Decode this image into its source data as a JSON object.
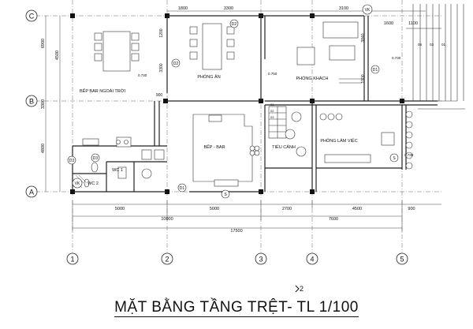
{
  "title": "MẶT BẰNG TẦNG TRỆT- TL 1/100",
  "section_mark": "2",
  "rooms": {
    "outdoor_bar": "BẾP BAR NGOÀI TRỜI",
    "dining": "PHÒNG ĂN",
    "living": "PHÒNG KHÁCH",
    "kitchen": "BẾP - BAR",
    "courtyard": "TIỂU CẢNH",
    "work": "PHÒNG LÀM VIỆC",
    "wc1": "WC 1",
    "wc2": "WC 2"
  },
  "grid_rows": [
    "A",
    "B",
    "C"
  ],
  "grid_cols": [
    "1",
    "2",
    "3",
    "4",
    "5"
  ],
  "vk_tag": "VK",
  "door_tags": {
    "d1": "D1",
    "d2": "D2",
    "d3": "D3"
  },
  "window_tag": "S",
  "levels": {
    "outdoor": "0.730",
    "dining": "0.750",
    "living": "0.730",
    "work": "0.730"
  },
  "top_dims": [
    "1800",
    "3300",
    "3100",
    "1600",
    "1100"
  ],
  "bottom_dims_row1": [
    "5000",
    "5000",
    "2700",
    "4500",
    "900"
  ],
  "bottom_dims_row2": [
    "10000",
    "7600"
  ],
  "total_dim": "17500",
  "left_dims": [
    "6900",
    "4500",
    "3300",
    "4800"
  ],
  "inner_dims": [
    "1200",
    "3300",
    "3840",
    "1900",
    "900"
  ],
  "stair_steps": [
    "01",
    "02",
    "03"
  ],
  "right_marks": [
    "05",
    "03",
    "01"
  ]
}
